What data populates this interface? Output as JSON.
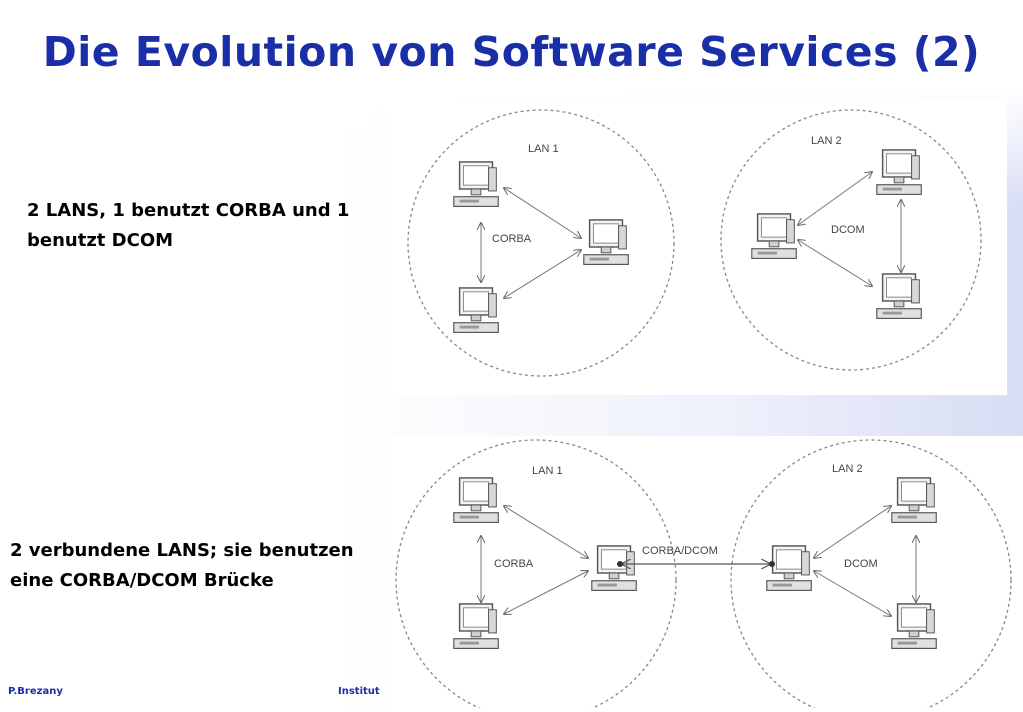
{
  "slide": {
    "title": "Die Evolution von Software Services (2)",
    "description_top": "2 LANS, 1 benutzt CORBA und 1 benutzt DCOM",
    "description_bottom": "2 verbundene LANS; sie benutzen eine CORBA/DCOM Brücke",
    "footer_author": "P.Brezany",
    "footer_institute": "Institut"
  },
  "diagram_top": {
    "lan1_label": "LAN 1",
    "lan2_label": "LAN 2",
    "lan1_protocol": "CORBA",
    "lan2_protocol": "DCOM"
  },
  "diagram_bottom": {
    "lan1_label": "LAN 1",
    "lan2_label": "LAN 2",
    "lan1_protocol": "CORBA",
    "lan2_protocol": "DCOM",
    "bridge_label": "CORBA/DCOM"
  },
  "colors": {
    "title": "#1a2ea8",
    "diagram_line": "#666666"
  }
}
